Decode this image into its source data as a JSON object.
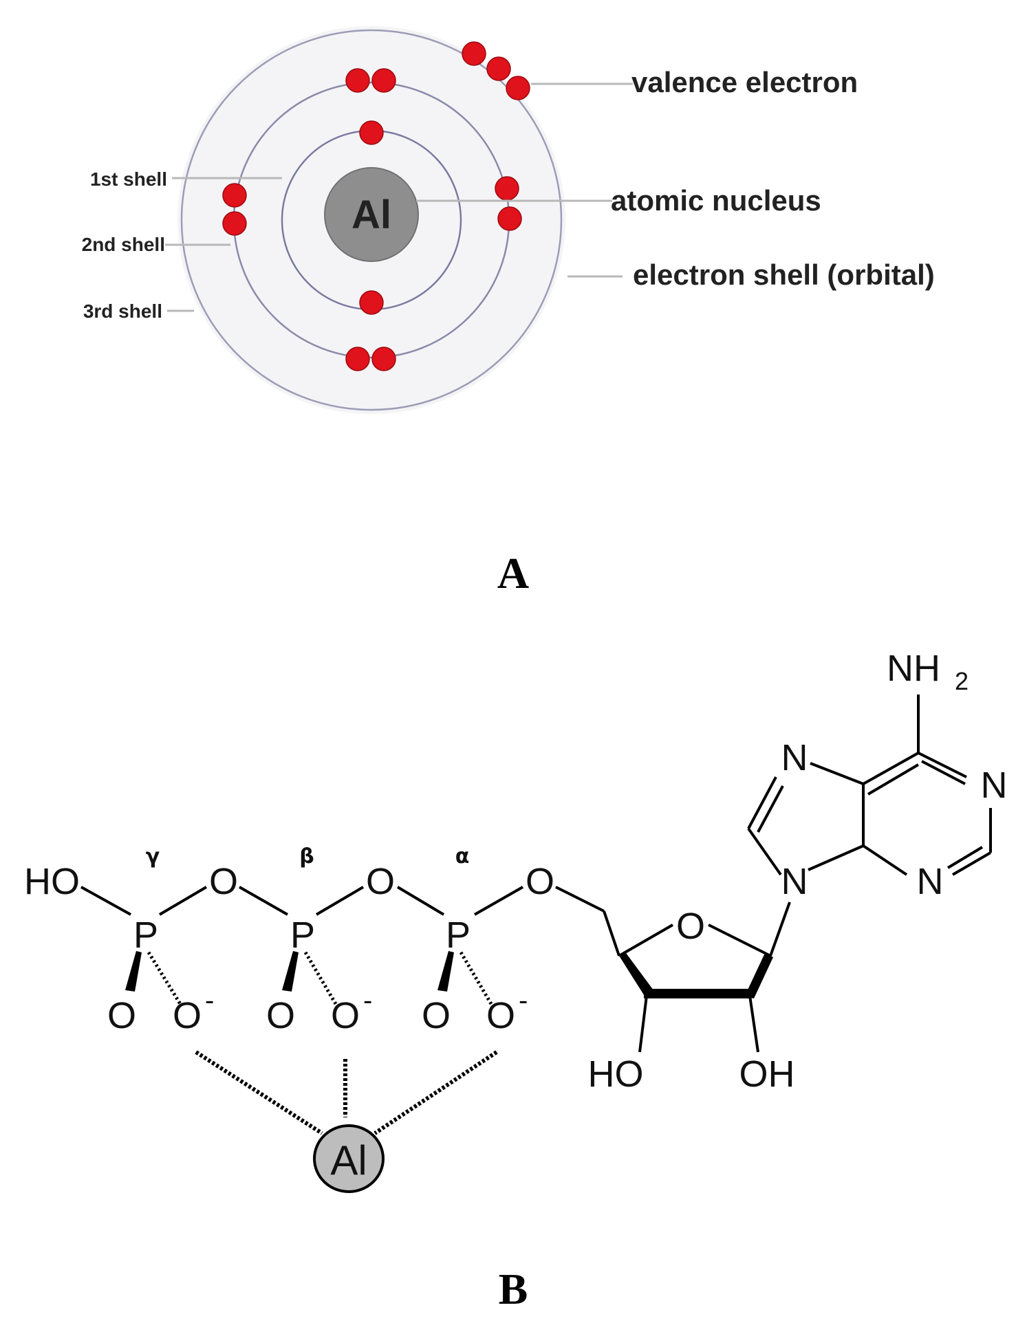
{
  "panel_a": {
    "element_symbol": "Al",
    "labels": {
      "valence_electron": "valence electron",
      "atomic_nucleus": "atomic nucleus",
      "electron_shell": "electron shell (orbital)",
      "shell_1": "1st shell",
      "shell_2": "2nd shell",
      "shell_3": "3rd shell"
    },
    "electron_counts": {
      "shell_1": 2,
      "shell_2": 8,
      "shell_3": 3
    },
    "panel_label": "A"
  },
  "panel_b": {
    "phosphate_labels": {
      "gamma": "γ",
      "beta": "β",
      "alpha": "α"
    },
    "atoms": {
      "ho_terminal": "HO",
      "o_bridge": "O",
      "p": "P",
      "o_double": "O",
      "o_minus": "O",
      "minus": "-",
      "o_ring": "O",
      "ho_sugar": "HO",
      "oh_sugar": "OH",
      "n": "N",
      "nh": "NH",
      "sub_2": "2"
    },
    "metal": "Al",
    "panel_label": "B"
  },
  "colors": {
    "electron": "#e0121c",
    "nucleus": "#8e8e8e",
    "shell_stroke": "#8a8aaa",
    "metal_fill": "#bdbdbd"
  }
}
